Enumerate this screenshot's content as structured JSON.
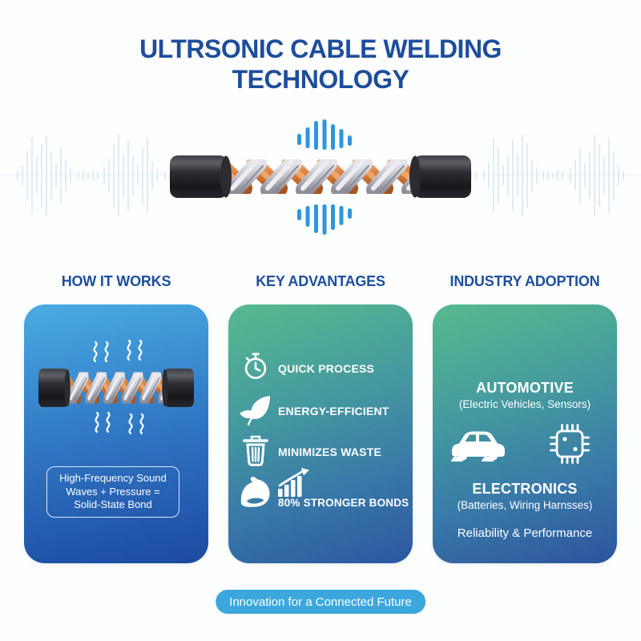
{
  "title": {
    "line1": "ULTRSONIC CABLE WELDING",
    "line2": "TECHNOLOGY"
  },
  "hero": {
    "icons": [
      "sound-wave-bars-top",
      "ultrasonic-cable-illustration",
      "sound-wave-bars-bottom",
      "background-audio-waveform"
    ]
  },
  "sections": {
    "how_it_works": {
      "heading": "HOW IT WORKS",
      "caption_line1": "High-Frequency Sound",
      "caption_line2": "Waves + Pressure =",
      "caption_line3": "Solid-State Bond",
      "icons": [
        "vibrating-cable-illustration",
        "vibration-squiggles"
      ]
    },
    "key_advantages": {
      "heading": "KEY ADVANTAGES",
      "items": [
        {
          "icon": "stopwatch-icon",
          "label": "QUICK PROCESS"
        },
        {
          "icon": "leaf-icon",
          "label": "ENERGY-EFFICIENT"
        },
        {
          "icon": "trash-icon",
          "label": "MINIMIZES WASTE"
        },
        {
          "icon": "bicep-icon",
          "extra_icon": "growth-chart-icon",
          "label": "80% STRONGER BONDS"
        }
      ]
    },
    "industry_adoption": {
      "heading": "INDUSTRY ADOPTION",
      "automotive_title": "AUTOMOTIVE",
      "automotive_subtitle": "(Electric Vehicles, Sensors)",
      "electronics_title": "ELECTRONICS",
      "electronics_subtitle": "(Batteries, Wiring Harnsses)",
      "footnote": "Reliability & Performance",
      "icons": [
        "car-icon",
        "chip-icon"
      ]
    }
  },
  "footer": {
    "badge": "Innovation for a Connected Future"
  },
  "colors": {
    "heading_blue": "#1D4E9B",
    "sound_wave_blue": "#2E96DB",
    "badge_blue": "#3BA7DC",
    "card_how_gradient": [
      "#49ABE2",
      "#1C4AA0"
    ],
    "card_green_gradient": [
      "#57BA8D",
      "#3878A8",
      "#2C57A0"
    ],
    "cable_copper": "#CF7736",
    "cable_silver": "#BFBFC8",
    "connector_black": "#26262B",
    "background": "#FDFEFE"
  }
}
